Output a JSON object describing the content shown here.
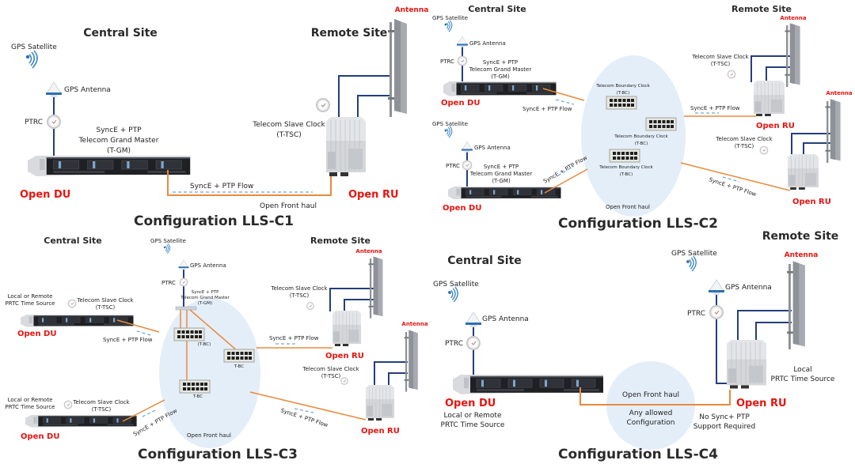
{
  "colors": {
    "accent_red": "#e8140f",
    "fiber_orange": "#e88a3c",
    "cable_navy": "#233f7a",
    "flow_blue": "#6ea6d8",
    "bubble": "#e4eef8"
  },
  "icons": {
    "satellite": "gps-satellite-icon",
    "gps_antenna": "gps-antenna-icon",
    "clock": "clock-icon",
    "server": "server-rack-icon",
    "radio_unit": "radio-unit-icon",
    "panel_antenna": "panel-antenna-icon",
    "switch": "network-switch-icon"
  },
  "c1": {
    "title": "Configuration LLS-C1",
    "central_site": "Central Site",
    "remote_site": "Remote Site",
    "gps_satellite": "GPS Satellite",
    "gps_antenna": "GPS Antenna",
    "ptrc": "PTRC",
    "tgm_line1": "SyncE + PTP",
    "tgm_line2": "Telecom Grand Master",
    "tgm_line3": "(T-GM)",
    "open_du": "Open DU",
    "open_ru": "Open RU",
    "antenna": "Antenna",
    "tsc_line1": "Telecom Slave Clock",
    "tsc_line2": "(T-TSC)",
    "flow": "SyncE + PTP Flow",
    "fronthaul": "Open Front haul"
  },
  "c2": {
    "title": "Configuration LLS-C2",
    "central_site": "Central Site",
    "remote_site": "Remote Site",
    "du1": {
      "gps_satellite": "GPS Satellite",
      "gps_antenna": "GPS Antenna",
      "ptrc": "PTRC",
      "tgm_line1": "SyncE + PTP",
      "tgm_line2": "Telecom Grand Master",
      "tgm_line3": "(T-GM)",
      "open_du": "Open DU",
      "flow": "SyncE + PTP Flow"
    },
    "du2": {
      "gps_satellite": "GPS Satellite",
      "gps_antenna": "GPS Antenna",
      "ptrc": "PTRC",
      "tgm_line1": "SyncE + PTP",
      "tgm_line2": "Telecom Grand Master",
      "tgm_line3": "(T-GM)",
      "open_du": "Open DU",
      "flow": "SyncE + PTP Flow"
    },
    "bc": [
      {
        "line1": "Telecom Boundary Clock",
        "line2": "(T-BC)"
      },
      {
        "line1": "Telecom Boundary Clock",
        "line2": "(T-BC)"
      },
      {
        "line1": "Telecom Boundary Clock",
        "line2": "(T-BC)"
      }
    ],
    "fronthaul": "Open Front haul",
    "ru1": {
      "antenna": "Antenna",
      "tsc_line1": "Telecom Slave Clock",
      "tsc_line2": "(T-TSC)",
      "open_ru": "Open RU",
      "flow": "SyncE + PTP Flow"
    },
    "ru2": {
      "antenna": "Antenna",
      "tsc_line1": "Telecom Slave Clock",
      "tsc_line2": "(T-TSC)",
      "open_ru": "Open RU",
      "flow": "SyncE + PTP Flow"
    }
  },
  "c3": {
    "title": "Configuration LLS-C3",
    "central_site": "Central Site",
    "remote_site": "Remote Site",
    "gps_satellite": "GPS Satellite",
    "gps_antenna": "GPS Antenna",
    "ptrc": "PTRC",
    "tgm_line1": "SyncE + PTP",
    "tgm_line2": "Telecom Grand Master",
    "tgm_line3": "(T-GM)",
    "bc": [
      "(T-BC)",
      "T-BC",
      "T-BC"
    ],
    "fronthaul": "Open Front haul",
    "du1": {
      "src_line1": "Local or Remote",
      "src_line2": "PRTC Time Source",
      "tsc_line1": "Telecom Slave Clock",
      "tsc_line2": "(T-TSC)",
      "open_du": "Open DU",
      "flow": "SyncE + PTP Flow"
    },
    "du2": {
      "src_line1": "Local or Remote",
      "src_line2": "PRTC Time Source",
      "tsc_line1": "Telecom Slave Clock",
      "tsc_line2": "(T-TSC)",
      "open_du": "Open DU",
      "flow": "SyncE + PTP Flow"
    },
    "ru1": {
      "antenna": "Antenna",
      "tsc_line1": "Telecom Slave Clock",
      "tsc_line2": "(T-TSC)",
      "open_ru": "Open RU",
      "flow": "SyncE + PTP Flow"
    },
    "ru2": {
      "antenna": "Antenna",
      "tsc_line1": "Telecom Slave Clock",
      "tsc_line2": "(T-TSC)",
      "open_ru": "Open RU",
      "flow": "SyncE + PTP Flow"
    }
  },
  "c4": {
    "title": "Configuration LLS-C4",
    "central_site": "Central Site",
    "remote_site": "Remote Site",
    "du": {
      "gps_satellite": "GPS Satellite",
      "gps_antenna": "GPS Antenna",
      "ptrc": "PTRC",
      "open_du": "Open DU",
      "src_line1": "Local or Remote",
      "src_line2": "PRTC Time Source"
    },
    "ru": {
      "gps_satellite": "GPS Satellite",
      "gps_antenna": "GPS Antenna",
      "ptrc": "PTRC",
      "antenna": "Antenna",
      "open_ru": "Open RU",
      "src_line1": "Local",
      "src_line2": "PRTC Time Source",
      "nosync_line1": "No Sync+ PTP",
      "nosync_line2": "Support Required"
    },
    "fronthaul": "Open Front haul",
    "allowed_line1": "Any allowed",
    "allowed_line2": "Configuration"
  }
}
